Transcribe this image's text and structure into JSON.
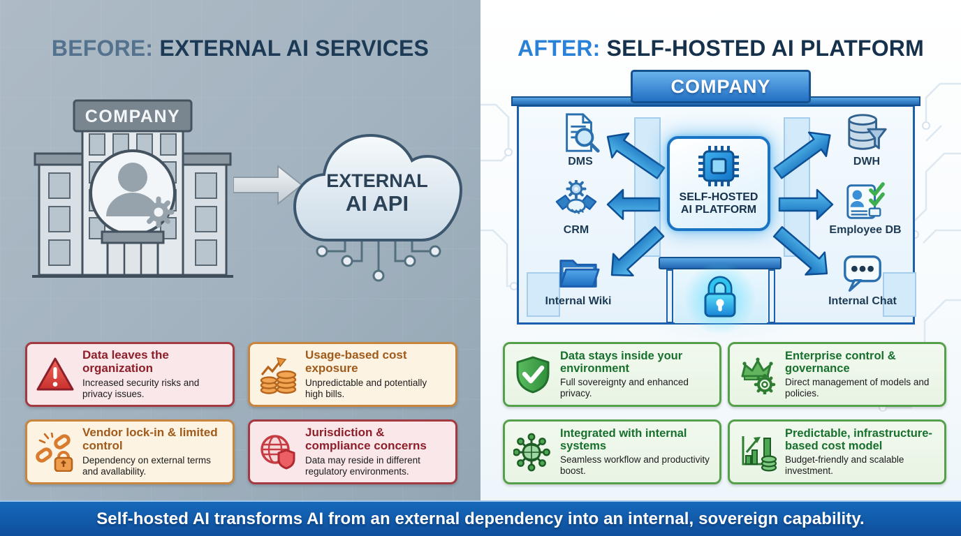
{
  "left": {
    "title_prefix": "BEFORE:",
    "title_rest": " EXTERNAL AI SERVICES",
    "company_label": "COMPANY",
    "cloud_line1": "EXTERNAL",
    "cloud_line2": "AI API",
    "cards": [
      {
        "icon": "warning-triangle-icon",
        "tone": "red",
        "title": "Data leaves the organization",
        "body": "Increased security risks and privacy issues."
      },
      {
        "icon": "coins-rising-cost-icon",
        "tone": "orange",
        "title": "Usage-based cost exposure",
        "body": "Unpredictable and potentially high bills."
      },
      {
        "icon": "broken-chain-lock-icon",
        "tone": "orange",
        "title": "Vendor lock-in & limited control",
        "body": "Dependency on external terms and avallability."
      },
      {
        "icon": "globe-shield-icon",
        "tone": "red",
        "title": "Jurisdiction & compliance concerns",
        "body": "Data may reside in different regulatory environments."
      }
    ]
  },
  "right": {
    "title_prefix": "AFTER:",
    "title_rest": " SELF-HOSTED AI PLATFORM",
    "company_label": "COMPANY",
    "platform_line1": "SELF-HOSTED",
    "platform_line2": "AI PLATFORM",
    "systems": [
      {
        "label": "DMS",
        "icon": "document-search-icon"
      },
      {
        "label": "CRM",
        "icon": "handshake-gear-icon"
      },
      {
        "label": "Internal Wiki",
        "icon": "folder-icon"
      },
      {
        "label": "DWH",
        "icon": "database-funnel-icon"
      },
      {
        "label": "Employee DB",
        "icon": "id-card-check-icon"
      },
      {
        "label": "Internal Chat",
        "icon": "chat-bubble-icon"
      }
    ],
    "cards": [
      {
        "icon": "shield-check-icon",
        "title": "Data stays inside your environment",
        "body": "Full sovereignty and enhanced privacy."
      },
      {
        "icon": "crown-gear-icon",
        "title": "Enterprise control & governance",
        "body": "Direct management of models and policies."
      },
      {
        "icon": "network-hub-icon",
        "title": "Integrated with internal systems",
        "body": "Seamless workflow and productivity boost."
      },
      {
        "icon": "chart-coins-icon",
        "title": "Predictable, infrastructure-based cost model",
        "body": "Budget-friendly and scalable investment."
      }
    ]
  },
  "footer": {
    "text": "Self-hosted AI transforms AI from an external dependency into an internal, sovereign capability."
  },
  "colors": {
    "left_background": "#a2b2bf",
    "before_accent": "#54728e",
    "after_accent": "#2a81d8",
    "title_dark": "#1c3a55",
    "red_border": "#a33a42",
    "red_bg": "#f9e7e9",
    "orange_border": "#c8853e",
    "orange_bg": "#fdf3e2",
    "green_border": "#56a04c",
    "green_bg": "#eef7ec",
    "building_blue": "#1b5fae",
    "arrow_blue": "#1f7cc9",
    "lock_cyan": "#1fb6e8",
    "banner_bg": "#1159aa"
  }
}
